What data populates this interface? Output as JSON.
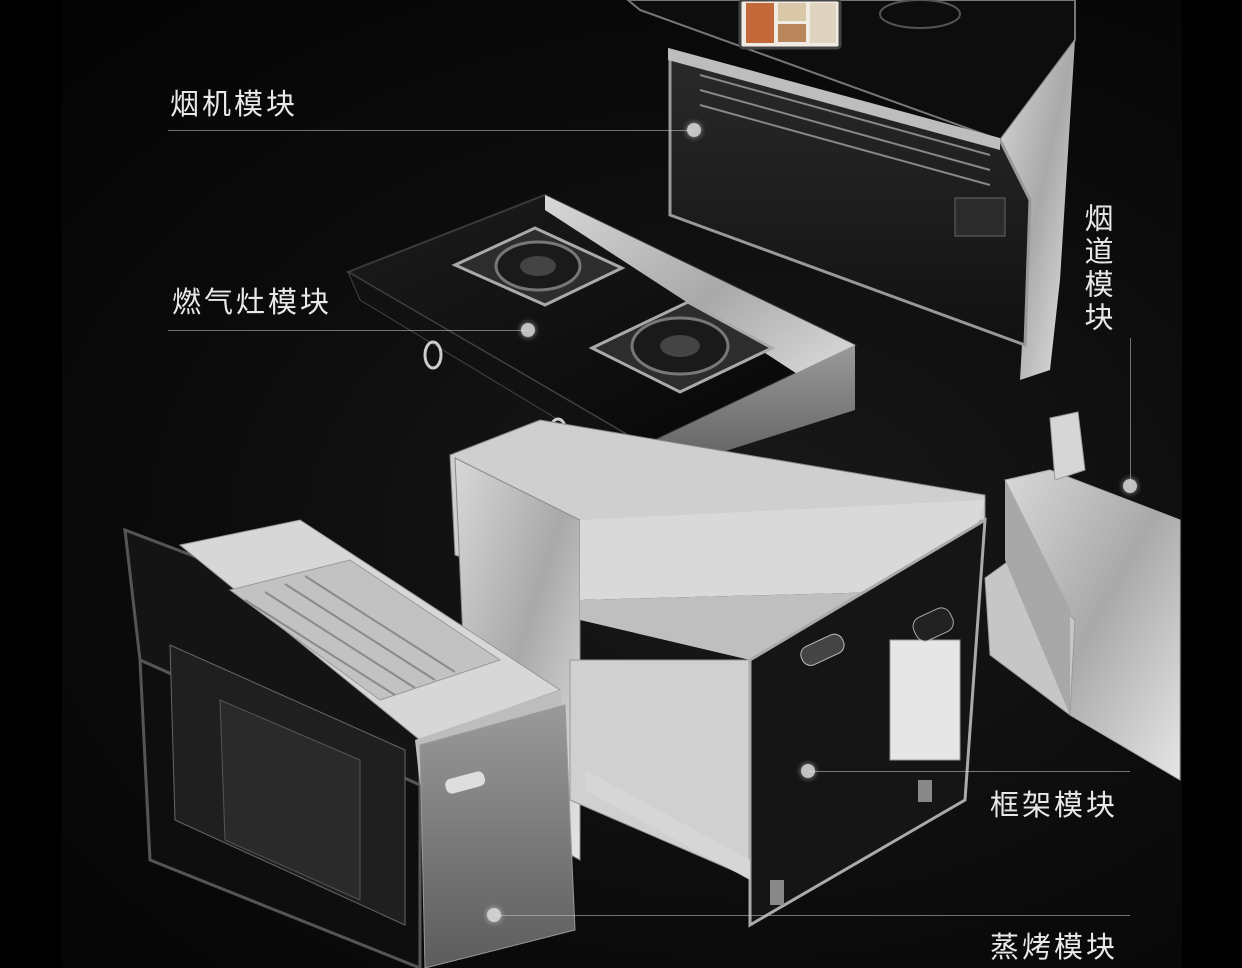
{
  "modules": {
    "range_hood": "烟机模块",
    "gas_stove": "燃气灶模块",
    "flue": "烟道模块",
    "frame": "框架模块",
    "steam_oven": "蒸烤模块"
  }
}
